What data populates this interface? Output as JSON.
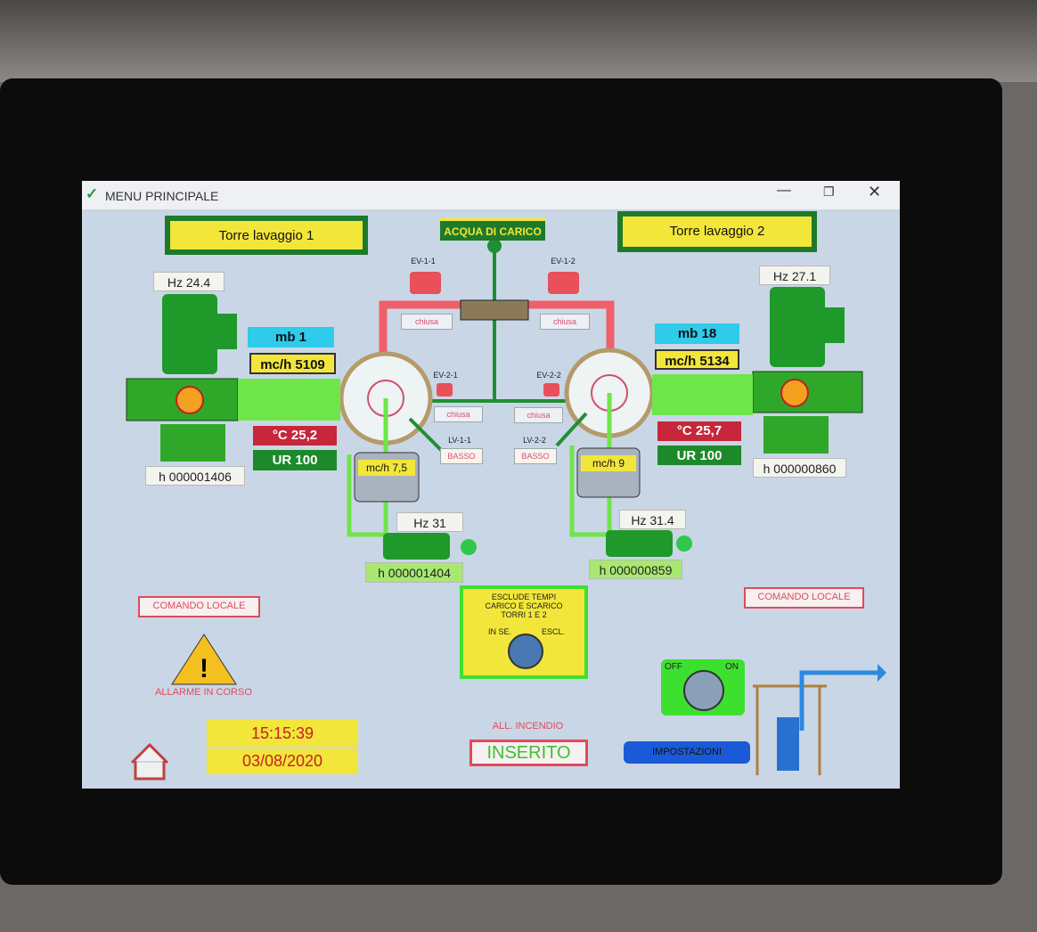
{
  "window": {
    "title": "MENU PRINCIPALE"
  },
  "towers": [
    {
      "name": "Torre lavaggio 1",
      "fan_hz": "Hz  24.4",
      "mb": "mb  1",
      "flow": "mc/h  5109",
      "temp": "°C  25,2",
      "ur": "UR  100",
      "fan_hours": "h 000001406",
      "pump_flow": "mc/h 7,5",
      "pump_hz": "Hz  31",
      "pump_hours": "h 000001404",
      "valve_top": "EV-1-1",
      "valve_top_state": "chiusa",
      "valve_bottom": "EV-2-1",
      "valve_bottom_state": "chiusa",
      "level": "LV-1-1",
      "level_state": "BASSO",
      "local_command": "COMANDO   LOCALE"
    },
    {
      "name": "Torre lavaggio 2",
      "fan_hz": "Hz  27.1",
      "mb": "mb  18",
      "flow": "mc/h  5134",
      "temp": "°C  25,7",
      "ur": "UR  100",
      "fan_hours": "h 000000860",
      "pump_flow": "mc/h  9",
      "pump_hz": "Hz  31.4",
      "pump_hours": "h 000000859",
      "valve_top": "EV-1-2",
      "valve_top_state": "chiusa",
      "valve_bottom": "EV-2-2",
      "valve_bottom_state": "chiusa",
      "level": "LV-2-2",
      "level_state": "BASSO",
      "local_command": "COMANDO   LOCALE"
    }
  ],
  "water_inlet": "ACQUA DI CARICO",
  "selector": {
    "line1": "ESCLUDE TEMPI",
    "line2": "CARICO E SCARICO",
    "line3": "TORRI 1 E 2",
    "left": "IN SE.",
    "right": "ESCL."
  },
  "switch": {
    "off": "OFF",
    "on": "ON"
  },
  "alarm": "ALLARME IN CORSO",
  "time": "15:15:39",
  "date": "03/08/2020",
  "fire": {
    "label": "ALL. INCENDIO",
    "state": "INSERITO"
  },
  "settings": "IMPOSTAZIONI",
  "colors": {
    "pipe_red": "#f0606a",
    "pipe_green": "#1f8f34",
    "bg": "#c9d6e6"
  }
}
